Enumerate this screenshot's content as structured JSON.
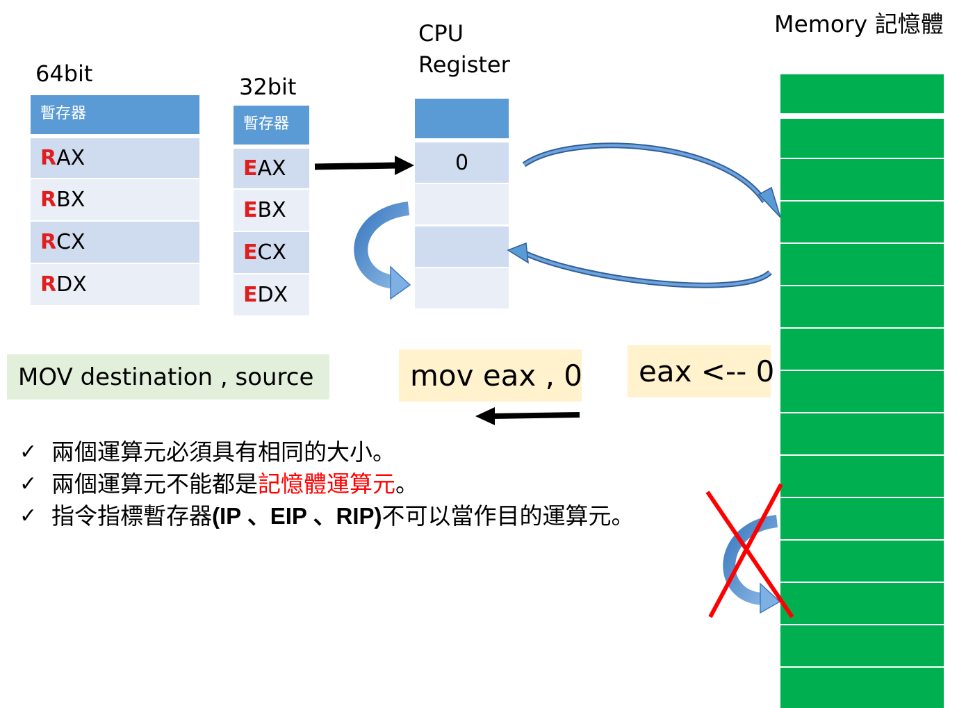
{
  "labels": {
    "bit64": "64bit",
    "bit32": "32bit",
    "cpu_line1": "CPU",
    "cpu_line2": "Register",
    "memory": "Memory 記憶體"
  },
  "table64": {
    "header": "暫存器",
    "rows": [
      {
        "prefix": "R",
        "rest": "AX"
      },
      {
        "prefix": "R",
        "rest": "BX"
      },
      {
        "prefix": "R",
        "rest": "CX"
      },
      {
        "prefix": "R",
        "rest": "DX"
      }
    ]
  },
  "table32": {
    "header": "暫存器",
    "rows": [
      {
        "prefix": "E",
        "rest": "AX"
      },
      {
        "prefix": "E",
        "rest": "BX"
      },
      {
        "prefix": "E",
        "rest": "CX"
      },
      {
        "prefix": "E",
        "rest": "DX"
      }
    ]
  },
  "cpu": {
    "cells": [
      "0",
      "",
      "",
      ""
    ]
  },
  "syntax_box": "MOV destination , source",
  "mov_box": "mov eax , 0",
  "assign_box": "eax <-- 0",
  "notes": {
    "check": "✓",
    "n1": "兩個運算元必須具有相同的大小。",
    "n2_a": "兩個運算元不能都是",
    "n2_red": "記憶體運算元",
    "n2_b": "。",
    "n3_a": "指令指標暫存器",
    "n3_bold": "(IP 、EIP 、RIP)",
    "n3_b": " 不可以當作目的運算元。"
  },
  "colors": {
    "header_blue": "#5b9bd5",
    "row_dark": "#cfdbee",
    "row_light": "#e9eef7",
    "memory_green": "#00b050",
    "prefix_red": "#e01e1e",
    "box_green": "#e2efda",
    "box_yellow": "#fff2cc",
    "x_red": "#ff0000"
  }
}
